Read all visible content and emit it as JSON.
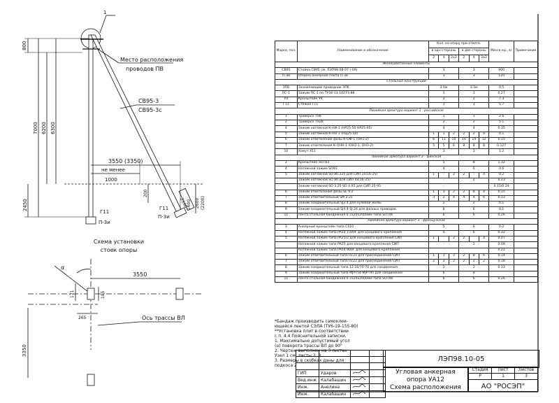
{
  "drawing": {
    "callout_number": "1",
    "wire_place_label": [
      "Место расположения",
      "проводов ПВ"
    ],
    "pole_labels": [
      "СВ95-3",
      "СВ95-3с"
    ],
    "dims": {
      "d800": "800",
      "d6200": "6200",
      "d6300": "6300",
      "d7000": "7000",
      "d3550a": "3550 (3350)",
      "ne_menee": "не менее",
      "d1000": "1000",
      "d200": "200",
      "d2450": "2450",
      "d2100": "2100",
      "d1600": "1600",
      "d2600": "2600",
      "d2200": "(2200)"
    },
    "bottom_labels": {
      "g11a": "Г11",
      "p3a": "П-3и",
      "g11b": "Г11",
      "p3b": "П-3и"
    },
    "scheme_title": [
      "Схема установки",
      "стоек опоры"
    ],
    "plan": {
      "alpha": "α",
      "d3550": "3550",
      "d171": "171",
      "d265": "265",
      "d185": "185",
      "d3350": "3350",
      "axis_label": "Ось трассы ВЛ"
    }
  },
  "table": {
    "headers": {
      "mark": "Марка, поз.",
      "name": "Наименование и обозначение",
      "qty": "Кол. на опору при ответв.",
      "one_side": "в одн стороны",
      "two_side": "в две стороны",
      "c2": "2",
      "c4": "4",
      "c2x2": "2х2",
      "mass": "Масса ед., кг",
      "note": "Примечание"
    },
    "rows": [
      {
        "sec": "Железобетонные элементы"
      },
      {
        "m": "СВ95",
        "n": "Стойка СВ95  см. ЛЭП98.08-07 (-09)",
        "a": "3",
        "b": "3",
        "w": "900"
      },
      {
        "m": "П-3и",
        "n": "Опорно-анкерная плита П-3и",
        "a": "3",
        "b": "3",
        "w": "110"
      },
      {
        "sec": "Стальные конструкции"
      },
      {
        "m": "ЗП6",
        "n": "Заземляющий проводник ЗП6",
        "a": "3.0м",
        "b": "3.5м",
        "w": "0.5"
      },
      {
        "m": "ПС-1",
        "n": "Зажим ПС-1 по ТУ34-13-10273-88",
        "a": "1",
        "b": "1",
        "w": "0.27"
      },
      {
        "m": "У4",
        "n": "Кронштейн У4",
        "a": "2",
        "b": "2",
        "w": "7.3"
      },
      {
        "m": "Г11",
        "n": "Стяжка Г11",
        "a": "3",
        "b": "3",
        "w": "5.7"
      },
      {
        "sec": "Линейная арматура вариант 1 - российская"
      },
      {
        "m": "1",
        "n": "Траверса ТН8",
        "a": "1",
        "b": "1",
        "w": "2.6"
      },
      {
        "m": "2",
        "n": "Траверса ТН28",
        "a": "2",
        "b": "2",
        "w": "5.1"
      },
      {
        "m": "4",
        "n": "Зажим натяжной К-НИ-1 (НР25-50   НР25-95)",
        "a": "4",
        "b": "4",
        "w": "0.35"
      },
      {
        "m": "5",
        "n": "Зажим натяжной К-НО-1 (НЦ25-50)",
        "s": [
          "1",
          "1",
          "2",
          "2",
          "2",
          "4"
        ],
        "w": "0.1"
      },
      {
        "m": "6",
        "n": "Зажим ответвления фазы К-ОФ-1 (ОК1-2)",
        "s": [
          "6",
          "11",
          "10",
          "10",
          "14",
          "12"
        ],
        "w": "0.15"
      },
      {
        "m": "7",
        "n": "Зажим ответвления К-ОНН-1 (ОН2-1, ОН3-2)",
        "s": [
          "5",
          "5",
          "6",
          "8",
          "8",
          "8"
        ],
        "w": "0.127"
      },
      {
        "m": "10",
        "n": "Хомут Х11",
        "a": "3",
        "b": "3",
        "w": "1.2"
      },
      {
        "sec": "Линейная арматура вариант 2 - финская"
      },
      {
        "m": "2",
        "n": "Кронштейн SOT83",
        "a": "5",
        "b": "8",
        "w": "1.32"
      },
      {
        "m": "4",
        "n": "Натяжной зажим SO93",
        "a": "4",
        "b": "6",
        "w": "0.6"
      },
      {
        "m": "5",
        "n": "Зажим натяжной SO 80.225 для СИП 2х(16-25)",
        "s": [
          "1",
          "-",
          "2",
          "2",
          "-",
          "4"
        ],
        "w": "0.2"
      },
      {
        "m": "",
        "n": "Зажим натяжной SO 80 для СИП 4х(16-25)",
        "a": "-",
        "b": "2",
        "w": "0.23"
      },
      {
        "m": "",
        "n": "Зажим натяжной SO 3.25-SO 4.95 для СИП 25-95",
        "a": "-",
        "b": "",
        "w": "0.15/0.24"
      },
      {
        "m": "6",
        "n": "Зажим ответвления фазы SL 9.2",
        "s": [
          "1",
          "3",
          "2",
          "2",
          "8",
          "4"
        ],
        "w": "0.15"
      },
      {
        "m": "7",
        "n": "Зажим ответвительный SM 2.21",
        "s": [
          "3",
          "2",
          "4",
          "4",
          "4",
          "6"
        ],
        "w": "0.13"
      },
      {
        "m": "8",
        "n": "Зажим соединительный SJ2.4 для нулевой жилы",
        "a": "2",
        "b": "2",
        "w": "0.1"
      },
      {
        "m": "9",
        "n": "Зажим соединительный SJ4.4-SJ.24 для фазных проводов",
        "a": "8",
        "b": "6",
        "w": "0.1"
      },
      {
        "m": "11",
        "n": "Лента стальная бандажная 0.7х20х2000мм типа SOT46",
        "a": "6",
        "b": "6",
        "w": "0.26"
      },
      {
        "sec": "Линейная арматура вариант 3 - французская"
      },
      {
        "m": "3",
        "n": "Анкерный кронштейн типа CS10",
        "a": "5",
        "b": "6",
        "w": "0.2"
      },
      {
        "m": "4",
        "n": "Натяжной зажим типа PA54 1500F для концевого крепления",
        "a": "4",
        "b": "6",
        "w": "0.32"
      },
      {
        "m": "5",
        "n": "Натяжной зажим типа PA25/2 для концевого крепления СИП",
        "s": [
          "1",
          "-",
          "2",
          "2",
          "-",
          "4"
        ],
        "w": "0.07"
      },
      {
        "m": "",
        "n": "Натяжной зажим типа PA25 для концевого крепления СИП",
        "a": "-",
        "b": "2",
        "w": "0.09"
      },
      {
        "m": "",
        "n": "Натяжной зажим типа PA54 800F для концевого крепления",
        "a": "-",
        "b": "",
        "w": "0.22"
      },
      {
        "m": "6",
        "n": "Зажим ответвительный типа PZ21 для присоединения СИП",
        "s": [
          "1",
          "3",
          "3",
          "2",
          "8",
          "6"
        ],
        "w": "0.14"
      },
      {
        "m": "7",
        "n": "Зажим ответвительный типа PZ22 для присоединения СИП",
        "s": [
          "2",
          "2",
          "2",
          "2",
          "2",
          "2"
        ],
        "w": "0.18"
      },
      {
        "m": "8",
        "n": "Зажим соединительный типа 12.16/70-70 для соединения",
        "a": "2",
        "b": "2",
        "w": "0.33"
      },
      {
        "m": "9",
        "n": "Зажим соединительный типа MJPT54-MJPT95 для соединения",
        "a": "6",
        "b": "8",
        "w": ""
      },
      {
        "m": "11",
        "n": "Лента стальная бандажная 0.7х20х2000мм типа SOT46",
        "a": "6",
        "b": "6",
        "w": "0.26"
      }
    ]
  },
  "notes": [
    "*Бандаж производить самоклеи-",
    "ющейся лентой СЭЛА (ТУ6-19-155-80)",
    "**Установка плит в соответствии",
    "с п. 4.4 Пояснительной записки.",
    "1. Максимально допустимый угол",
    "(α) поворота трассы ВЛ до 90°",
    "2. Чертеж выполнен на 3 листах",
    "Узел 1 см. листы 2, 3",
    "3. Размеры в скобках даны для",
    "подкоса 2"
  ],
  "stamp": {
    "code": "ЛЭП98.10-05",
    "title": [
      "Угловая анкерная",
      "опора УА12",
      "Схема расположения"
    ],
    "stage_h": "Стадия",
    "sheet_h": "Лист",
    "sheets_h": "Листов",
    "stage": "Р",
    "sheet": "1",
    "sheets": "3",
    "org": "АО \"РОСЭП\"",
    "people": [
      {
        "role": "ГИП",
        "name": "Ударов"
      },
      {
        "role": "Вед.инж",
        "name": "Калабашин"
      },
      {
        "role": "Инж.",
        "name": "Анелина"
      },
      {
        "role": "Инж.",
        "name": "Калабашин"
      }
    ]
  }
}
